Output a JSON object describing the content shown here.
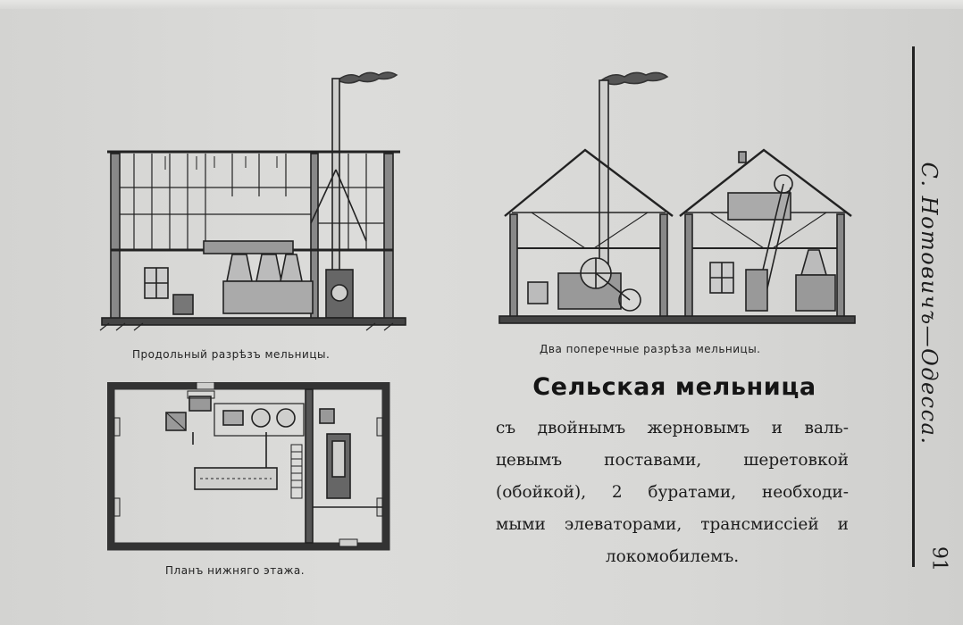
{
  "figures": {
    "longitudinal_caption": "Продольный разрѣзъ мельницы.",
    "cross_caption": "Два поперечные разрѣза мельницы.",
    "plan_caption": "Планъ нижняго этажа."
  },
  "title": "Сельская мельница",
  "description_lines": [
    "съ двойнымъ жерновымъ и валь-",
    "цевымъ поставами, шеретовкой",
    "(обойкой), 2 буратами, необходи-",
    "мыми элеваторами, трансмиссіей и",
    "локомобилемъ."
  ],
  "side_header": "С. Нотовичъ—Одесса.",
  "page_number": "91"
}
